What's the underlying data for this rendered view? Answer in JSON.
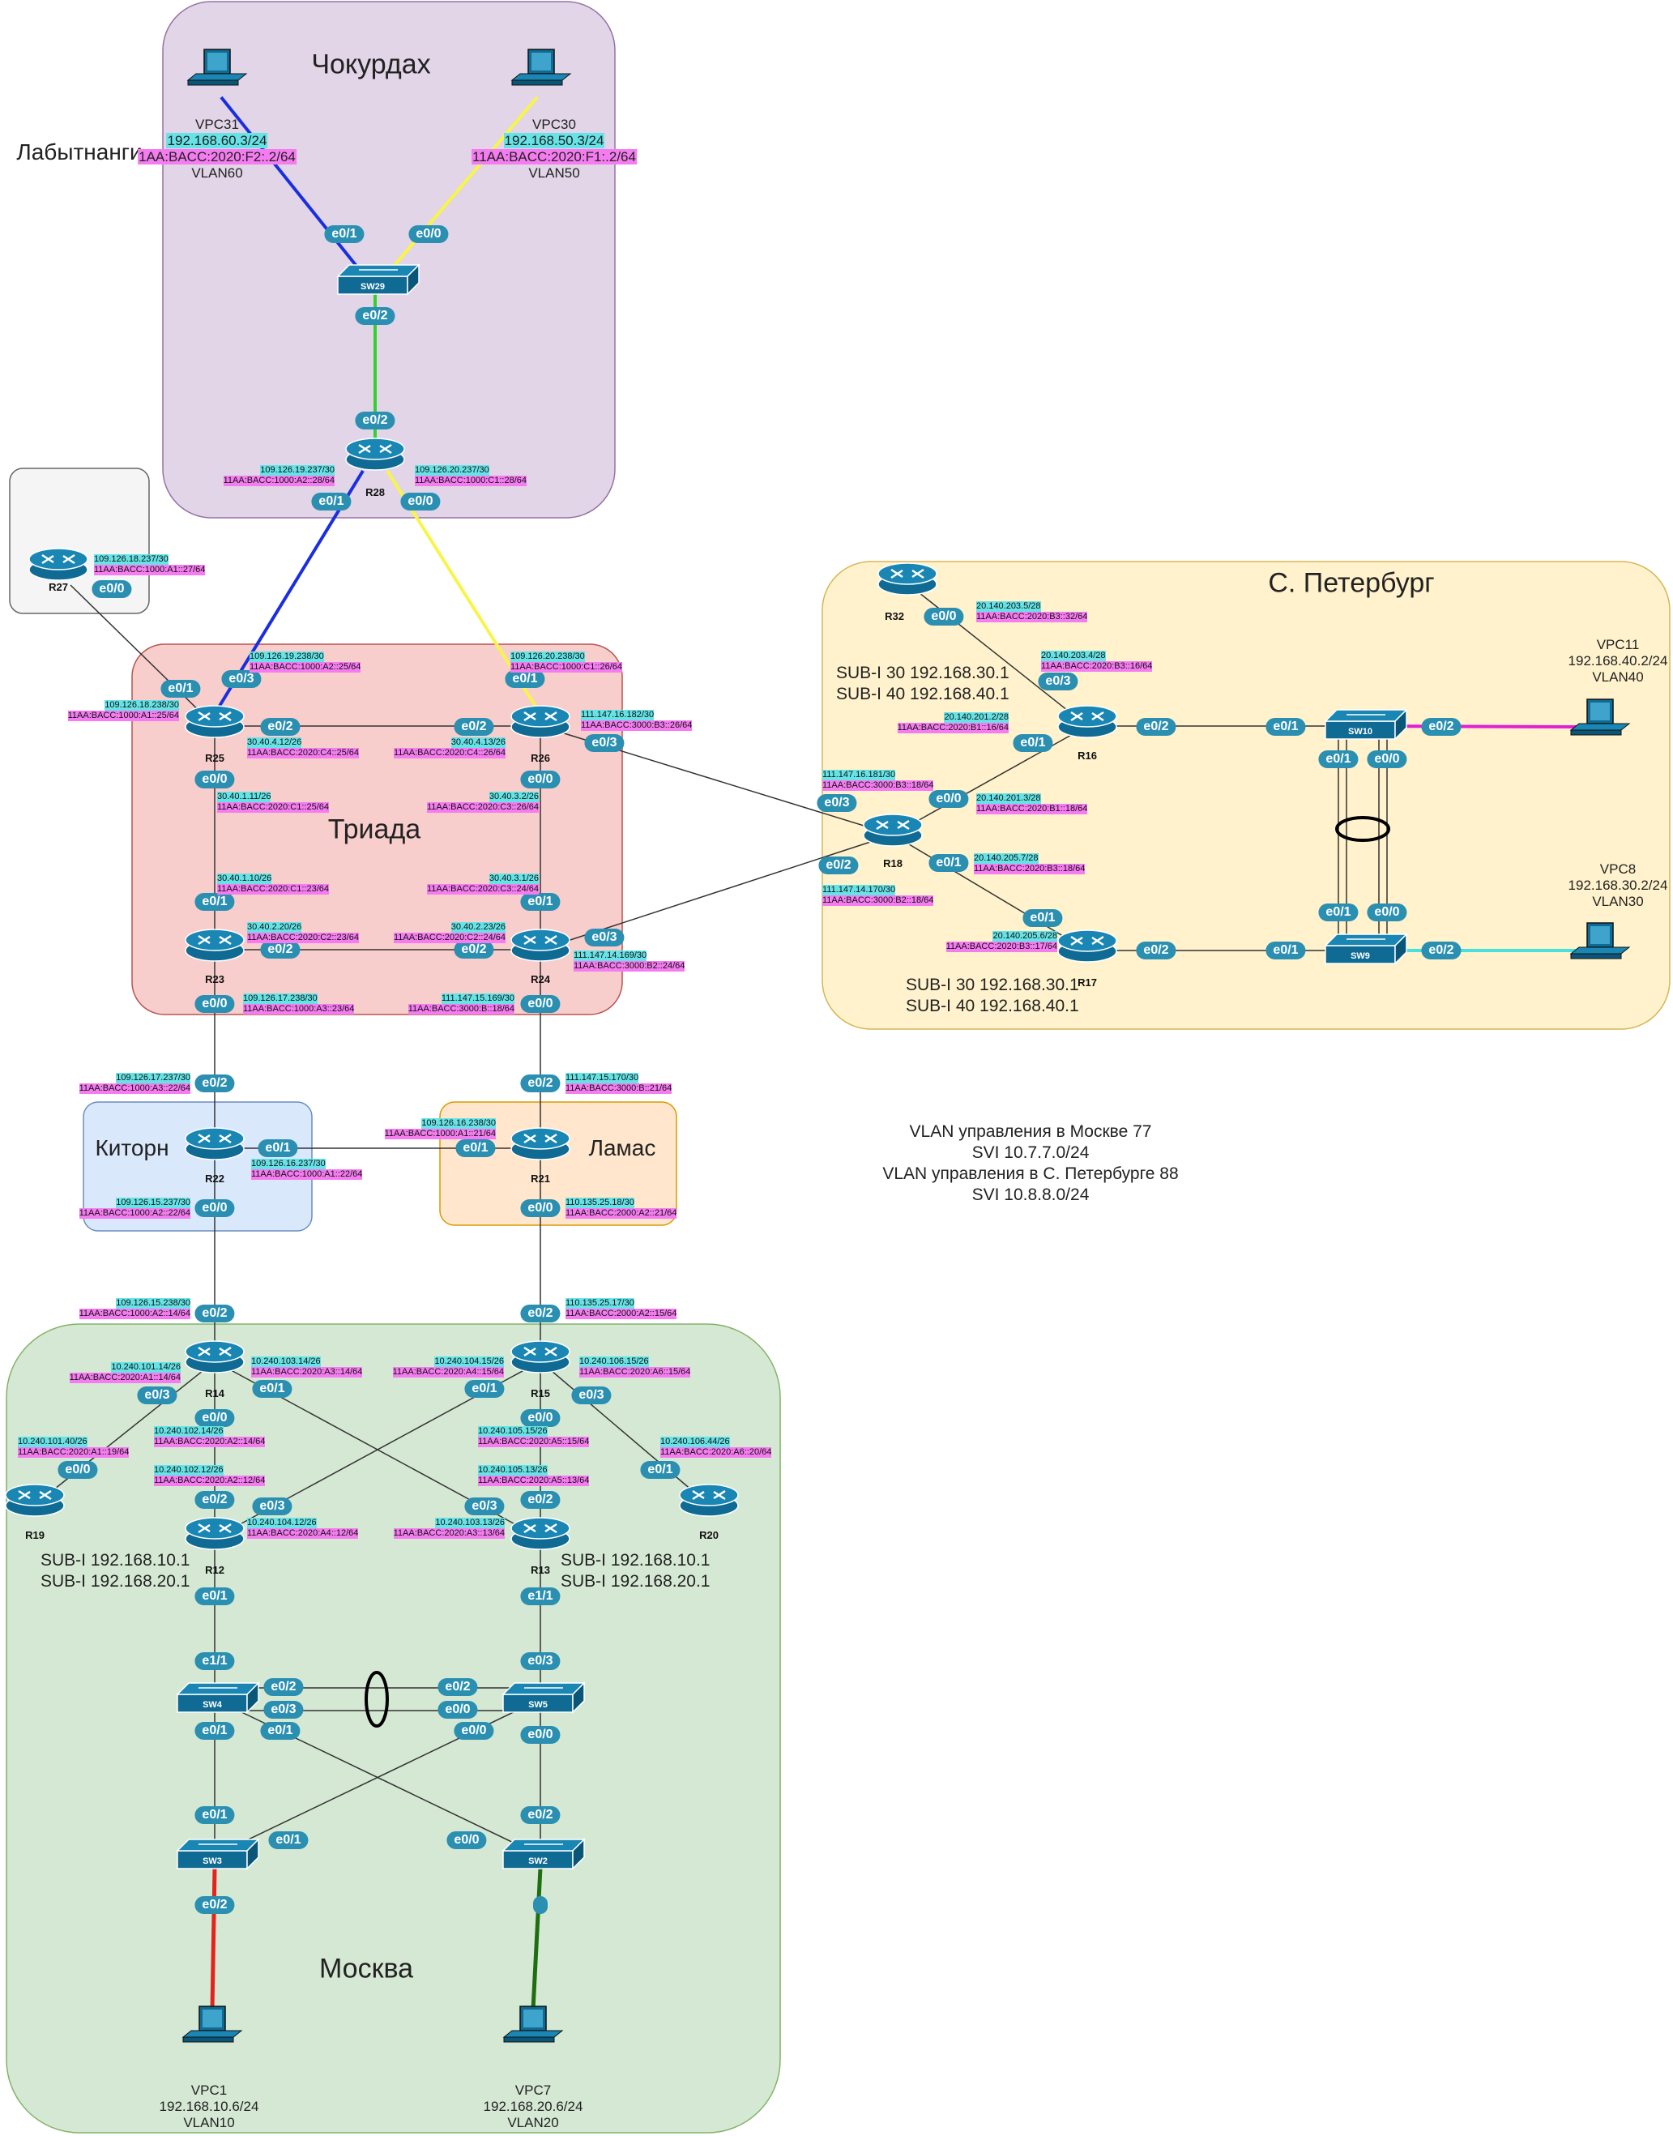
{
  "regions": [
    {
      "id": "chokurdakh",
      "title": "Чокурдах",
      "fill": "#e1d5e7",
      "stroke": "#9673a6"
    },
    {
      "id": "labytnangi",
      "title": "Лабытнанги",
      "fill": "#f5f5f5",
      "stroke": "#666666"
    },
    {
      "id": "triada",
      "title": "Триада",
      "fill": "#f8cecc",
      "stroke": "#b85450"
    },
    {
      "id": "spb",
      "title": "С. Петербург",
      "fill": "#fff2cc",
      "stroke": "#d6b656"
    },
    {
      "id": "kitorn",
      "title": "Киторн",
      "fill": "#dae8fc",
      "stroke": "#6c8ebf"
    },
    {
      "id": "lamas",
      "title": "Ламас",
      "fill": "#ffe6cc",
      "stroke": "#d79b00"
    },
    {
      "id": "moscow",
      "title": "Москва",
      "fill": "#d5e8d4",
      "stroke": "#82b366"
    }
  ],
  "routers": [
    "R28",
    "R27",
    "R25",
    "R26",
    "R23",
    "R24",
    "R32",
    "R16",
    "R18",
    "R17",
    "R22",
    "R21",
    "R14",
    "R15",
    "R19",
    "R12",
    "R13",
    "R20"
  ],
  "switches": [
    "SW29",
    "SW10",
    "SW9",
    "SW4",
    "SW5",
    "SW3",
    "SW2"
  ],
  "pcs": [
    {
      "id": "vpc31",
      "name": "VPC31",
      "ip": "192.168.60.3/24",
      "v6": "1AA:BACC:2020:F2:.2/64",
      "vlan": "VLAN60"
    },
    {
      "id": "vpc30",
      "name": "VPC30",
      "ip": "192.168.50.3/24",
      "v6": "11AA:BACC:2020:F1:.2/64",
      "vlan": "VLAN50"
    },
    {
      "id": "vpc11",
      "name": "VPC11",
      "ip": "192.168.40.2/24",
      "vlan": "VLAN40"
    },
    {
      "id": "vpc8",
      "name": "VPC8",
      "ip": "192.168.30.2/24",
      "vlan": "VLAN30"
    },
    {
      "id": "vpc1",
      "name": "VPC1",
      "ip": "192.168.10.6/24",
      "vlan": "VLAN10"
    },
    {
      "id": "vpc7",
      "name": "VPC7",
      "ip": "192.168.20.6/24",
      "vlan": "VLAN20"
    }
  ],
  "link_colors": {
    "blue": "#1a2ee0",
    "yellow": "#f7f54a",
    "green": "#33d12e",
    "magenta": "#e020d2",
    "cyan": "#45e0e0",
    "red": "#e6221c",
    "darkgreen": "#1f6e12",
    "plain": "#333333"
  },
  "ports": [
    "e0/1",
    "e0/0",
    "e0/2",
    "e0/2",
    "e0/1",
    "e0/0",
    "e0/0",
    "e0/1",
    "e0/3",
    "e0/1",
    "e0/2",
    "e0/2",
    "e0/3",
    "e0/0",
    "e0/0",
    "e0/1",
    "e0/1",
    "e0/2",
    "e0/2",
    "e0/3",
    "e0/0",
    "e0/0",
    "e0/0",
    "e0/3",
    "e0/1",
    "e0/2",
    "e0/1",
    "e0/3",
    "e0/0",
    "e0/2",
    "e0/1",
    "e0/1",
    "e0/2",
    "e0/1",
    "e0/2",
    "e0/1",
    "e0/0",
    "e0/0",
    "e0/1",
    "e0/2",
    "e0/2",
    "e0/1",
    "e0/1",
    "e0/2",
    "e0/0",
    "e0/0",
    "e0/2",
    "e0/2",
    "e0/3",
    "e0/1",
    "e0/1",
    "e0/3",
    "e0/0",
    "e0/0",
    "e0/0",
    "e0/2",
    "e0/3",
    "e0/3",
    "e0/2",
    "e0/1",
    "e0/1",
    "e1/1",
    "e1/1",
    "e0/3",
    "e0/2",
    "e0/3",
    "e0/2",
    "e0/0",
    "e0/1",
    "e0/1",
    "e0/0",
    "e0/0",
    "e0/1",
    "e0/1",
    "e0/0",
    "e0/2",
    "e0/2"
  ],
  "addresses": [
    {
      "ip": "109.126.19.237/30",
      "v6": "11AA:BACC:1000:A2::28/64"
    },
    {
      "ip": "109.126.20.237/30",
      "v6": "11AA:BACC:1000:C1::28/64"
    },
    {
      "ip": "109.126.18.237/30",
      "v6": "11AA:BACC:1000:A1::27/64"
    },
    {
      "ip": "109.126.19.238/30",
      "v6": "11AA:BACC:1000:A2::25/64"
    },
    {
      "ip": "109.126.18.238/30",
      "v6": "11AA:BACC:1000:A1::25/64"
    },
    {
      "ip": "109.126.20.238/30",
      "v6": "11AA:BACC:1000:C1::26/64"
    },
    {
      "ip": "30.40.4.12/26",
      "v6": "11AA:BACC:2020:C4::25/64"
    },
    {
      "ip": "30.40.4.13/26",
      "v6": "11AA:BACC:2020:C4::26/64"
    },
    {
      "ip": "111.147.16.182/30",
      "v6": "11AA:BACC:3000:B3::26/64"
    },
    {
      "ip": "30.40.1.11/26",
      "v6": "11AA:BACC:2020:C1::25/64"
    },
    {
      "ip": "30.40.3.2/26",
      "v6": "11AA:BACC:2020:C3::26/64"
    },
    {
      "ip": "30.40.1.10/26",
      "v6": "11AA:BACC:2020:C1::23/64"
    },
    {
      "ip": "30.40.3.1/26",
      "v6": "11AA:BACC:2020:C3::24/64"
    },
    {
      "ip": "30.40.2.20/26",
      "v6": "11AA:BACC:2020:C2::23/64"
    },
    {
      "ip": "30.40.2.23/26",
      "v6": "11AA:BACC:2020:C2::24/64"
    },
    {
      "ip": "111.147.14.169/30",
      "v6": "11AA:BACC:3000:B2::24/64"
    },
    {
      "ip": "109.126.17.238/30",
      "v6": "11AA:BACC:1000:A3::23/64"
    },
    {
      "ip": "111.147.15.169/30",
      "v6": "11AA:BACC:3000:B::18/64"
    },
    {
      "ip": "20.140.203.5/28",
      "v6": "11AA:BACC:2020:B3::32/64"
    },
    {
      "ip": "20.140.203.4/28",
      "v6": "11AA:BACC:2020:B3::16/64"
    },
    {
      "ip": "20.140.201.2/28",
      "v6": "11AA:BACC:2020:B1::16/64"
    },
    {
      "ip": "111.147.16.181/30",
      "v6": "11AA:BACC:3000:B3::18/64"
    },
    {
      "ip": "20.140.201.3/28",
      "v6": "11AA:BACC:2020:B1::18/64"
    },
    {
      "ip": "20.140.205.7/28",
      "v6": "11AA:BACC:2020:B3::18/64"
    },
    {
      "ip": "111.147.14.170/30",
      "v6": "11AA:BACC:3000:B2::18/64"
    },
    {
      "ip": "20.140.205.6/28",
      "v6": "11AA:BACC:2020:B3::17/64"
    },
    {
      "ip": "109.126.17.237/30",
      "v6": "11AA:BACC:1000:A3::22/64"
    },
    {
      "ip": "111.147.15.170/30",
      "v6": "11AA:BACC:3000:B::21/64"
    },
    {
      "ip": "109.126.16.238/30",
      "v6": "11AA:BACC:1000:A1::21/64"
    },
    {
      "ip": "109.126.16.237/30",
      "v6": "11AA:BACC:1000:A1::22/64"
    },
    {
      "ip": "109.126.15.237/30",
      "v6": "11AA:BACC:1000:A2::22/64"
    },
    {
      "ip": "110.135.25.18/30",
      "v6": "11AA:BACC:2000:A2::21/64"
    },
    {
      "ip": "109.126.15.238/30",
      "v6": "11AA:BACC:1000:A2::14/64"
    },
    {
      "ip": "110.135.25.17/30",
      "v6": "11AA:BACC:2000:A2::15/64"
    },
    {
      "ip": "10.240.101.14/26",
      "v6": "11AA:BACC:2020:A1::14/64"
    },
    {
      "ip": "10.240.103.14/26",
      "v6": "11AA:BACC:2020:A3::14/64"
    },
    {
      "ip": "10.240.104.15/26",
      "v6": "11AA:BACC:2020:A4::15/64"
    },
    {
      "ip": "10.240.106.15/26",
      "v6": "11AA:BACC:2020:A6::15/64"
    },
    {
      "ip": "10.240.102.14/26",
      "v6": "11AA:BACC:2020:A2::14/64"
    },
    {
      "ip": "10.240.105.15/26",
      "v6": "11AA:BACC:2020:A5::15/64"
    },
    {
      "ip": "10.240.101.40/26",
      "v6": "11AA:BACC:2020:A1::19/64"
    },
    {
      "ip": "10.240.106.44/26",
      "v6": "11AA:BACC:2020:A6::20/64"
    },
    {
      "ip": "10.240.102.12/26",
      "v6": "11AA:BACC:2020:A2::12/64"
    },
    {
      "ip": "10.240.105.13/26",
      "v6": "11AA:BACC:2020:A5::13/64"
    },
    {
      "ip": "10.240.104.12/26",
      "v6": "11AA:BACC:2020:A4::12/64"
    },
    {
      "ip": "10.240.103.13/26",
      "v6": "11AA:BACC:2020:A3::13/64"
    }
  ],
  "notes": {
    "r16_sub1": "SUB-I 30 192.168.30.1",
    "r16_sub2": "SUB-I 40 192.168.40.1",
    "r17_sub1": "SUB-I 30 192.168.30.1",
    "r17_sub2": "SUB-I 40 192.168.40.1",
    "r12_sub1": "SUB-I 192.168.10.1",
    "r12_sub2": "SUB-I 192.168.20.1",
    "r13_sub1": "SUB-I 192.168.10.1",
    "r13_sub2": "SUB-I 192.168.20.1"
  },
  "info": {
    "line1": "VLAN управления в Москве 77",
    "line2": "SVI 10.7.7.0/24",
    "line3": "VLAN  управления в С. Петербурге 88",
    "line4": "SVI 10.8.8.0/24"
  },
  "icons": {
    "router": "router-icon",
    "switch": "switch-icon",
    "pc": "pc-icon"
  }
}
